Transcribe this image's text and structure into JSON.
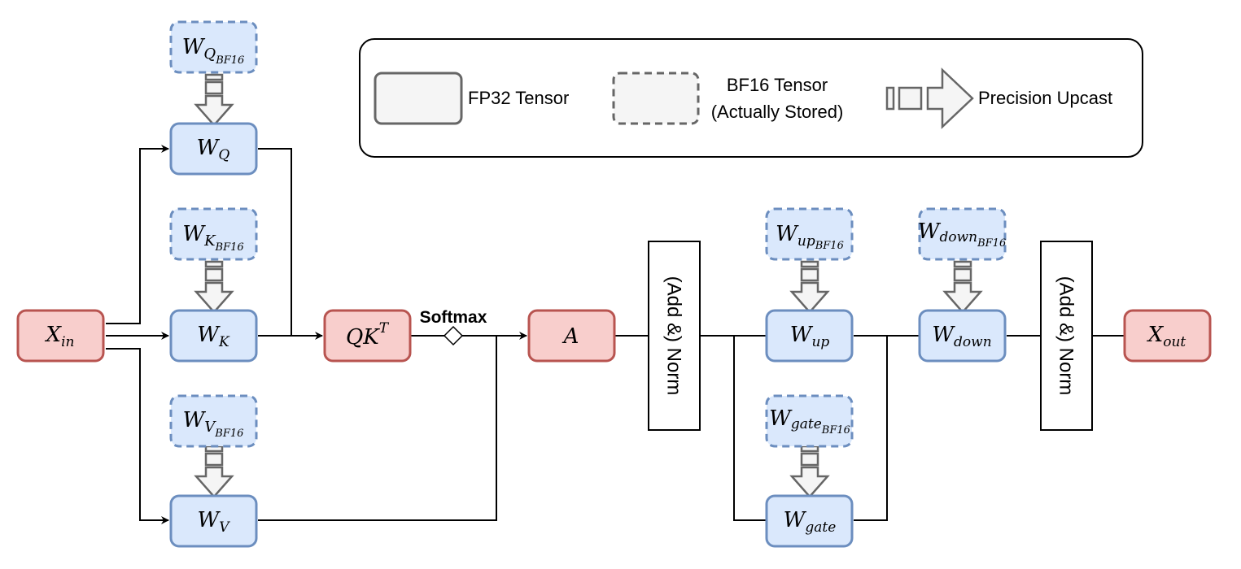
{
  "legend": {
    "fp32_label": "FP32 Tensor",
    "bf16_label_line1": "BF16 Tensor",
    "bf16_label_line2": "(Actually Stored)",
    "upcast_label": "Precision Upcast"
  },
  "nodes": {
    "x_in": {
      "main": "X",
      "sub": "in"
    },
    "x_out": {
      "main": "X",
      "sub": "out"
    },
    "wq": {
      "main": "W",
      "sub": "Q"
    },
    "wk": {
      "main": "W",
      "sub": "K"
    },
    "wv": {
      "main": "W",
      "sub": "V"
    },
    "wq_bf16": {
      "main": "W",
      "sub": "Q",
      "subsub": "BF16"
    },
    "wk_bf16": {
      "main": "W",
      "sub": "K",
      "subsub": "BF16"
    },
    "wv_bf16": {
      "main": "W",
      "sub": "V",
      "subsub": "BF16"
    },
    "qkt": {
      "main": "QK",
      "sup": "T"
    },
    "a": {
      "main": "A"
    },
    "wup": {
      "main": "W",
      "sub": "up"
    },
    "wdown": {
      "main": "W",
      "sub": "down"
    },
    "wgate": {
      "main": "W",
      "sub": "gate"
    },
    "wup_bf16": {
      "main": "W",
      "sub": "up",
      "subsub": "BF16"
    },
    "wdown_bf16": {
      "main": "W",
      "sub": "down",
      "subsub": "BF16"
    },
    "wgate_bf16": {
      "main": "W",
      "sub": "gate",
      "subsub": "BF16"
    }
  },
  "softmax_label": "Softmax",
  "norm1_label": "(Add &) Norm",
  "norm2_label": "(Add &) Norm",
  "colors": {
    "blue_fill": "#dae8fc",
    "blue_stroke": "#6c8ebf",
    "red_fill": "#f8cecc",
    "red_stroke": "#b85450",
    "gray_fill": "#f5f5f5",
    "gray_stroke": "#666666"
  }
}
